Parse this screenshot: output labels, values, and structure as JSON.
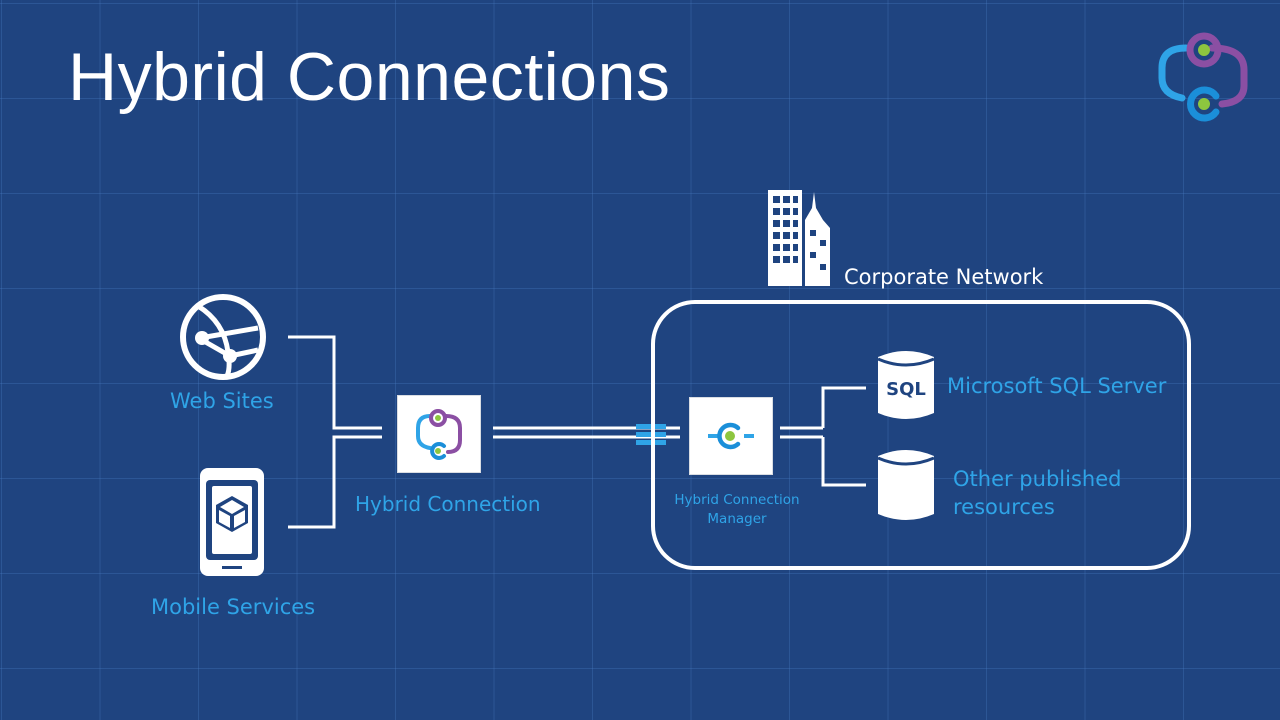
{
  "slide": {
    "title": "Hybrid Connections"
  },
  "colors": {
    "background": "#1f4480",
    "accent_blue": "#2fa4e7",
    "green_dot": "#8dc63f",
    "purple": "#8b4fa3"
  },
  "icons": {
    "logo": "hybrid-connections-logo-icon",
    "web_sites": "globe-network-icon",
    "mobile_services": "mobile-phone-cube-icon",
    "hybrid_connection": "hybrid-connection-icon",
    "hybrid_connection_manager": "hybrid-connection-manager-icon",
    "corporate": "office-buildings-icon",
    "sql": "database-sql-icon",
    "other_resources": "database-icon"
  },
  "nodes": {
    "web_sites": {
      "label": "Web Sites"
    },
    "mobile_services": {
      "label": "Mobile Services"
    },
    "hybrid_connection": {
      "label": "Hybrid Connection"
    },
    "hybrid_connection_manager": {
      "label_line1": "Hybrid Connection",
      "label_line2": "Manager"
    },
    "corporate_network": {
      "label": "Corporate Network"
    },
    "sql_server": {
      "label": "Microsoft SQL Server",
      "icon_text": "SQL"
    },
    "other_resources": {
      "label_line1": "Other published",
      "label_line2": "resources"
    }
  }
}
